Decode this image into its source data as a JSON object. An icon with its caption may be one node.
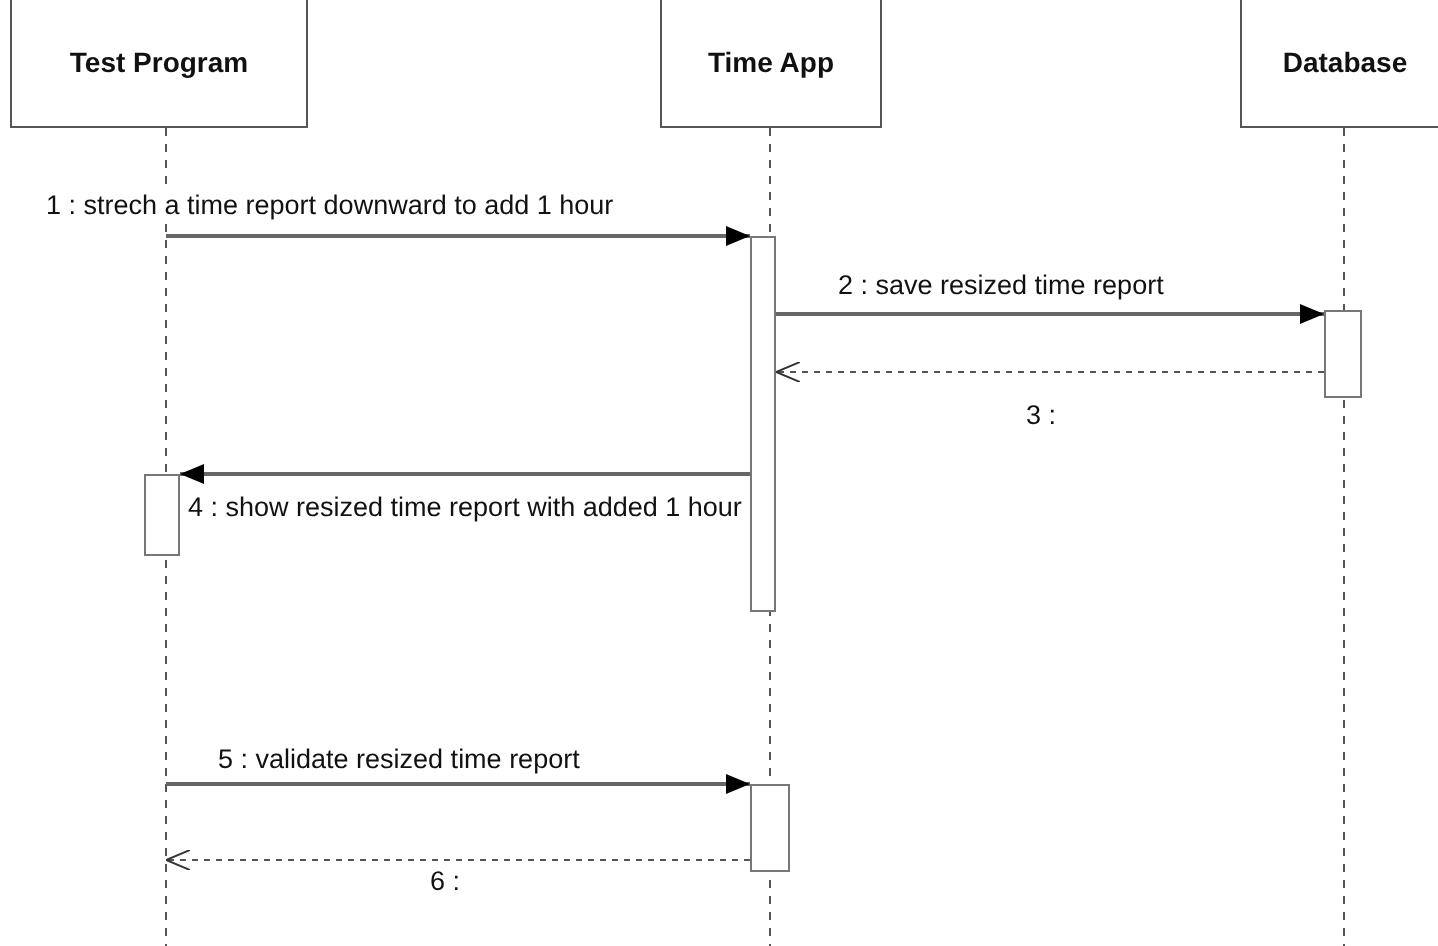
{
  "diagram": {
    "nodes": [
      {
        "text": [
          "Test Program"
        ]
      },
      {
        "text": [
          "Time App"
        ]
      },
      {
        "text": [
          "Database"
        ]
      },
      {
        "text": [],
        "shape": "bar"
      },
      {
        "text": [],
        "shape": "bar"
      },
      {
        "text": [],
        "shape": "bar"
      },
      {
        "text": [],
        "shape": "bar"
      }
    ],
    "edges": [
      {
        "from": 0,
        "to": null,
        "arrow": "none",
        "style": "dashed"
      },
      {
        "from": 1,
        "to": null,
        "arrow": "none",
        "style": "dashed"
      },
      {
        "from": 2,
        "to": null,
        "arrow": "none",
        "style": "dashed"
      },
      {
        "from": null,
        "to": 3,
        "arrow": "to",
        "label": "1 : strech a time report downward to add 1 hour"
      },
      {
        "from": 3,
        "to": 4,
        "arrow": "to",
        "label": "2 : save resized time report"
      },
      {
        "from": 4,
        "to": 3,
        "arrow": "to",
        "style": "dashed",
        "label": "3 :"
      },
      {
        "from": 3,
        "to": 5,
        "arrow": "to",
        "label": "4 : show resized time report with added 1 hour"
      },
      {
        "from": null,
        "to": 6,
        "arrow": "to",
        "label": "5 : validate resized time report"
      },
      {
        "from": 6,
        "to": null,
        "arrow": "to",
        "style": "dashed",
        "label": "6 :"
      }
    ]
  }
}
